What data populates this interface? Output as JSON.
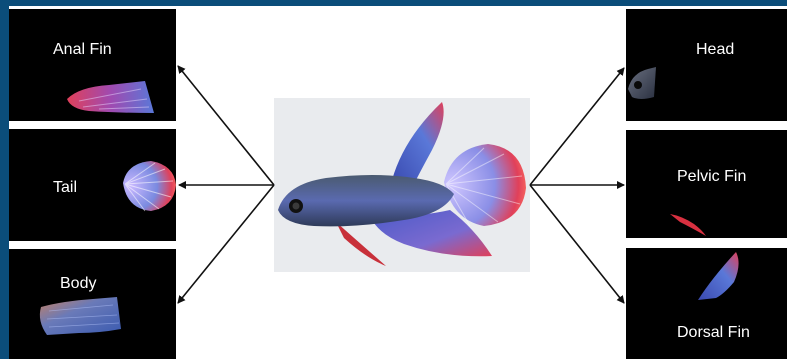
{
  "labels": {
    "anal_fin": "Anal Fin",
    "tail": "Tail",
    "body": "Body",
    "head": "Head",
    "pelvic_fin": "Pelvic Fin",
    "dorsal_fin": "Dorsal Fin"
  },
  "colors": {
    "frame": "#0b4d7a",
    "panel_bg": "#000000",
    "label_text": "#ffffff",
    "arrow": "#111111",
    "photo_bg": "#e9ebee",
    "fin_blue": "#5a78d8",
    "fin_red": "#e0405a",
    "body_dark": "#3a4a5e"
  },
  "icons": {
    "center": "betta-fish-image",
    "anal_fin": "anal-fin-segment-image",
    "tail": "tail-segment-image",
    "body": "body-segment-image",
    "head": "head-segment-image",
    "pelvic_fin": "pelvic-fin-segment-image",
    "dorsal_fin": "dorsal-fin-segment-image"
  }
}
